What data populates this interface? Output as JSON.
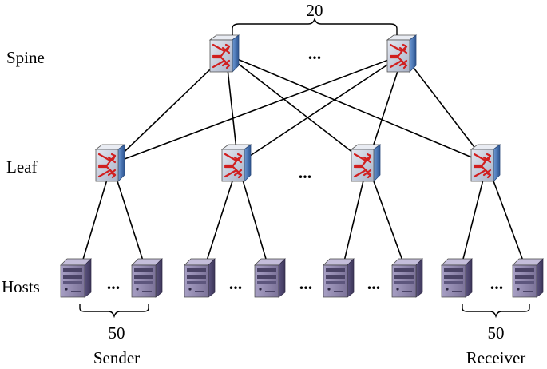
{
  "diagram": {
    "tiers": {
      "spine": "Spine",
      "leaf": "Leaf",
      "hosts": "Hosts"
    },
    "spine_count": "20",
    "sender": {
      "count": "50",
      "label": "Sender"
    },
    "receiver": {
      "count": "50",
      "label": "Receiver"
    },
    "ellipsis": "...",
    "colors": {
      "switch_face": "#c9cfdc",
      "switch_side": "#3f6fb0",
      "switch_arrow": "#d11f1f",
      "host_face": "#8f86ad",
      "host_side": "#4e4670"
    },
    "icons": {
      "switch": "network-switch-icon",
      "host": "server-icon"
    }
  }
}
